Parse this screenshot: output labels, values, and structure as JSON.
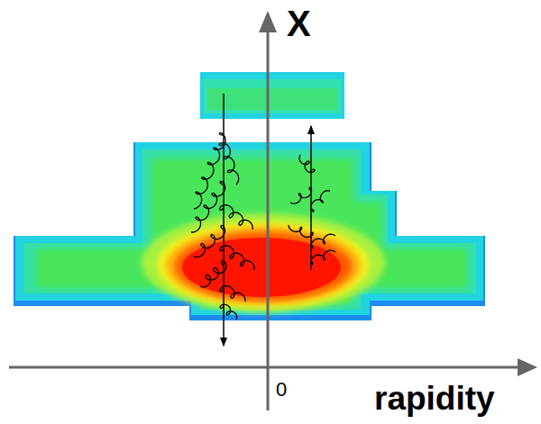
{
  "diagram": {
    "labels": [
      "X",
      "rapidity",
      "0"
    ]
  }
}
